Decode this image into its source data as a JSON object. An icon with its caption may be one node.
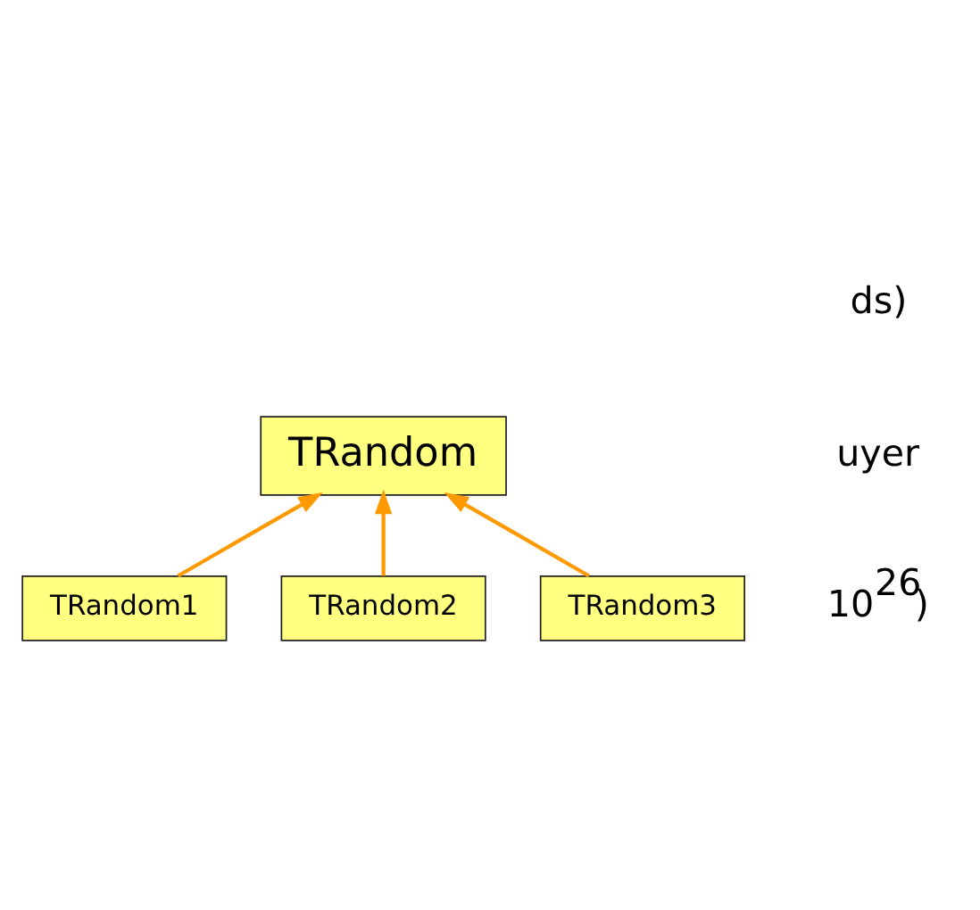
{
  "diagram": {
    "nodes": [
      {
        "text": [
          "TRandom"
        ]
      },
      {
        "text": [
          "TRandom1"
        ]
      },
      {
        "text": [
          "TRandom2"
        ]
      },
      {
        "text": [
          "TRandom3"
        ]
      }
    ],
    "edges": [
      {
        "from": 1,
        "to": 0,
        "arrow": "to"
      },
      {
        "from": 2,
        "to": 0,
        "arrow": "to"
      },
      {
        "from": 3,
        "to": 0,
        "arrow": "to"
      }
    ],
    "labels": [
      "ds)",
      "uyer",
      "10$^{26}$)"
    ]
  }
}
